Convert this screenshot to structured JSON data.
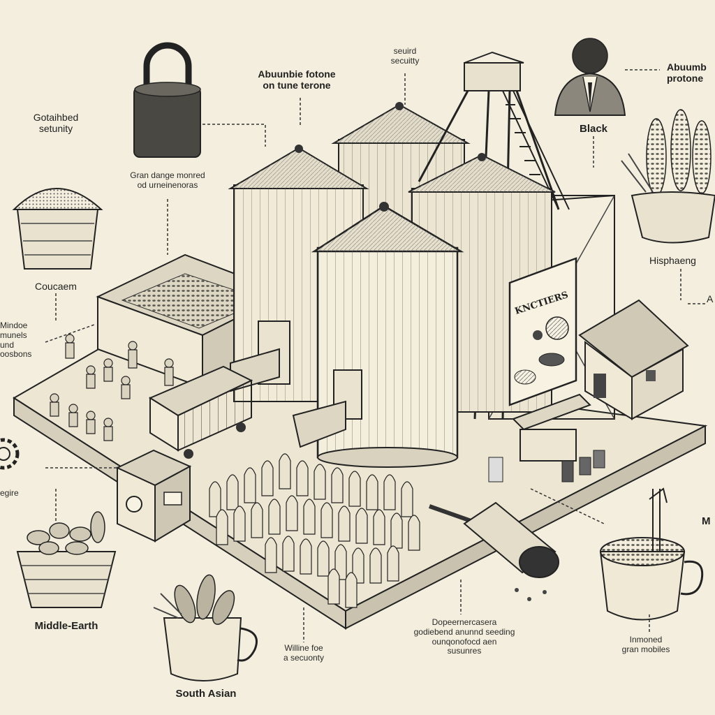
{
  "labels": {
    "top_center": "seuird\nsecuitty",
    "top_left_title": "Abuunbie fotone\non tune terone",
    "left_security": "Gotaihbed\nsetunity",
    "grain_storage": "Gran dange monred\nod urneinenoras",
    "coucaem": "Coucaem",
    "left_side": "Mindoe\nmunels\nund\noosbons",
    "left_edge": "egire",
    "middle_earth": "Middle-Earth",
    "south_asian": "South Asian",
    "bottom_center_left": "Willine foe\na secuonty",
    "bottom_center": "Dopeernercasera\ngodiebend anunnd seeding\nounqonofocd aen\nsusunres",
    "bottom_right": "Inmoned\ngran mobiles",
    "black": "Black",
    "top_right": "Abuumb\nprotone",
    "hisphaeng": "Hisphaeng",
    "right_side_a": "A",
    "right_edge_m": "M",
    "billboard": "KNCTIERS"
  },
  "colors": {
    "paper": "#f3eedd",
    "ink": "#1a1a1a",
    "shade": "#cfc9b6",
    "mid": "#9a9588",
    "light": "#e8e3d2"
  },
  "icons": {
    "padlock": "padlock-icon",
    "grain_basket": "grain-basket-icon",
    "corn_bowl": "corn-bowl-icon",
    "nut_basket": "nut-basket-icon",
    "vegetable_cup": "vegetable-cup-icon",
    "bean_cup": "bean-cup-icon",
    "gear": "gear-icon",
    "person_portrait": "person-portrait-icon"
  }
}
